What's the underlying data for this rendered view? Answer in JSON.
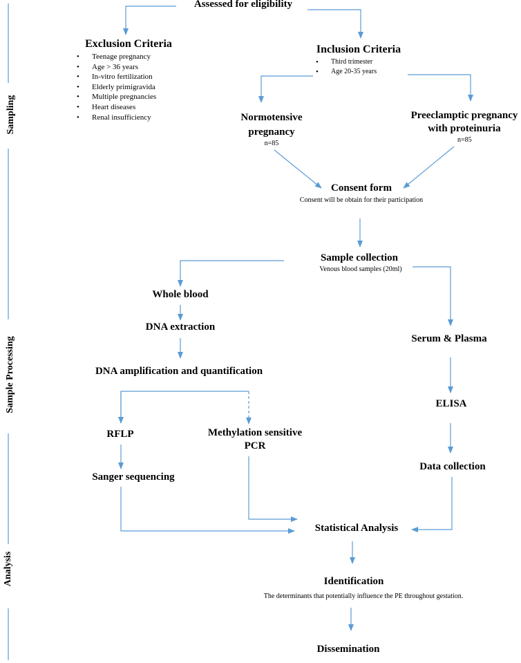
{
  "nodes": {
    "assessed": "Assessed for eligibility",
    "exclusion": {
      "title": "Exclusion Criteria",
      "items": [
        "Teenage pregnancy",
        "Age > 36 years",
        "In-vitro fertilization",
        "Elderly primigravida",
        "Multiple pregnancies",
        "Heart diseases",
        "Renal insufficiency"
      ]
    },
    "inclusion": {
      "title": "Inclusion Criteria",
      "items": [
        "Third trimester",
        "Age 20-35 years"
      ]
    },
    "normotensive": {
      "line1": "Normotensive",
      "line2": "pregnancy",
      "count": "n=85"
    },
    "preeclamptic": {
      "line1": "Preeclamptic pregnancy",
      "line2": "with proteinuria",
      "count": "n=85"
    },
    "consent": {
      "title": "Consent form",
      "subtitle": "Consent will be obtain for their participation"
    },
    "sample": {
      "title": "Sample collection",
      "subtitle": "Venous blood samples (20ml)"
    },
    "whole_blood": "Whole blood",
    "dna_extraction": "DNA extraction",
    "dna_amp": "DNA amplification and quantification",
    "rflp": "RFLP",
    "methylation": {
      "line1": "Methylation sensitive",
      "line2": "PCR"
    },
    "sanger": "Sanger sequencing",
    "serum": "Serum & Plasma",
    "elisa": "ELISA",
    "data_collection": "Data collection",
    "statistical": "Statistical Analysis",
    "identification": {
      "title": "Identification",
      "subtitle": "The determinants that potentially influence the PE throughout gestation."
    },
    "dissemination": "Dissemination"
  },
  "phases": {
    "sampling": "Sampling",
    "processing": "Sample Processing",
    "analysis": "Analysis"
  },
  "colors": {
    "arrow": "#5b9bd5",
    "text": "#000000"
  }
}
